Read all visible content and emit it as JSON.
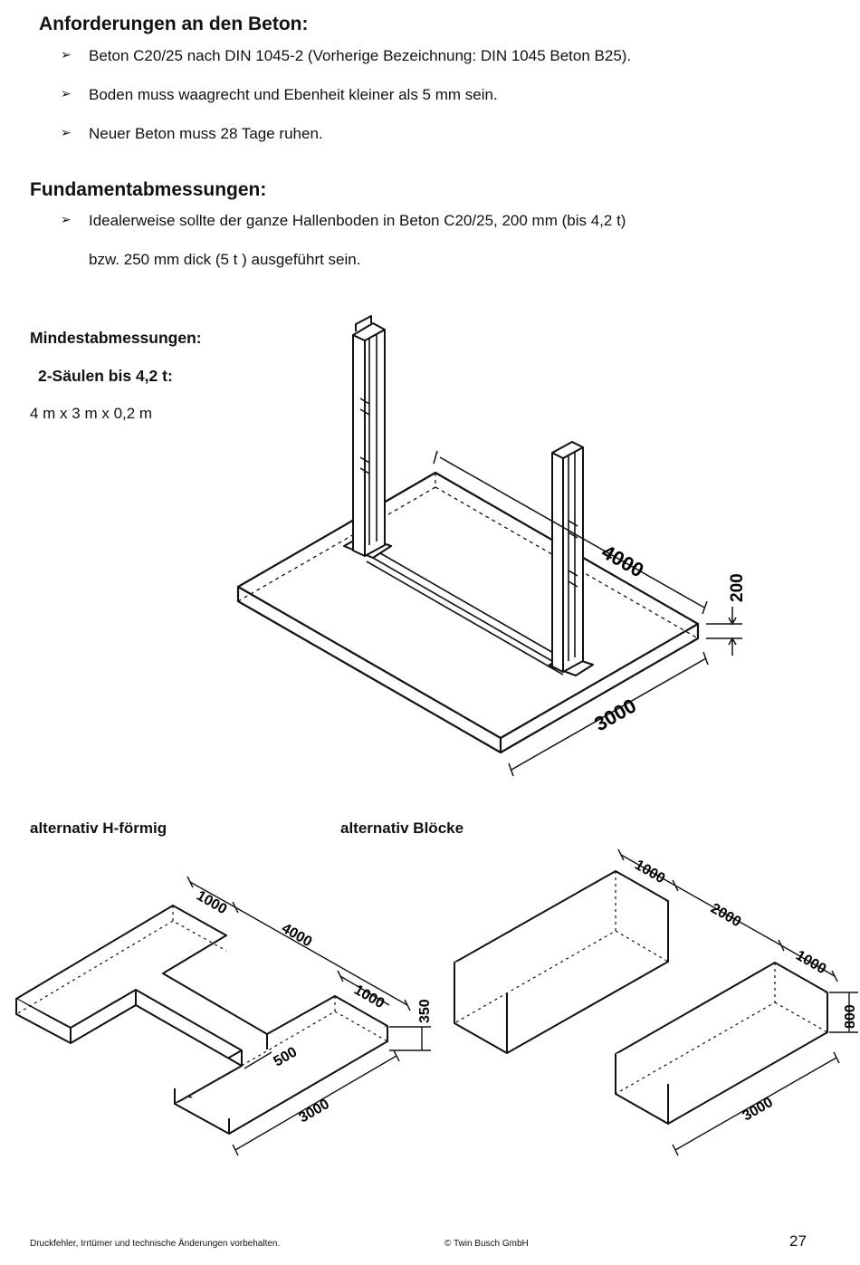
{
  "section1": {
    "heading": "Anforderungen an den Beton:",
    "bullets": [
      "Beton C20/25 nach DIN 1045-2 (Vorherige Bezeichnung: DIN 1045 Beton B25).",
      "Boden muss waagrecht und Ebenheit kleiner als 5 mm sein.",
      "Neuer Beton muss 28 Tage ruhen."
    ]
  },
  "section2": {
    "heading": "Fundamentabmessungen:",
    "bullet_line1": "Idealerweise sollte der ganze Hallenboden in Beton C20/25, 200 mm (bis 4,2 t)",
    "bullet_line2": "bzw. 250 mm dick (5 t ) ausgeführt sein."
  },
  "section3": {
    "heading": "Mindestabmessungen:",
    "subheading": "2-Säulen bis 4,2 t:",
    "dimensions": "4 m x 3 m x 0,2 m"
  },
  "drawing_main": {
    "length": "4000",
    "width": "3000",
    "thickness": "200"
  },
  "drawing_h": {
    "caption": "alternativ H-förmig",
    "dims": {
      "arm_width": "1000",
      "length": "4000",
      "arm_width2": "1000",
      "height": "350",
      "bridge": "500",
      "width": "3000"
    }
  },
  "drawing_blocks": {
    "caption": "alternativ Blöcke",
    "dims": {
      "block1_width": "1000",
      "gap": "2000",
      "block2_width": "1000",
      "height": "800",
      "length": "3000"
    }
  },
  "footer": {
    "disclaimer": "Druckfehler, Irrtümer und technische Änderungen vorbehalten.",
    "copyright": "© Twin Busch GmbH",
    "page_number": "27"
  },
  "icons": {
    "bullet": "arrowhead-bullet-icon"
  }
}
